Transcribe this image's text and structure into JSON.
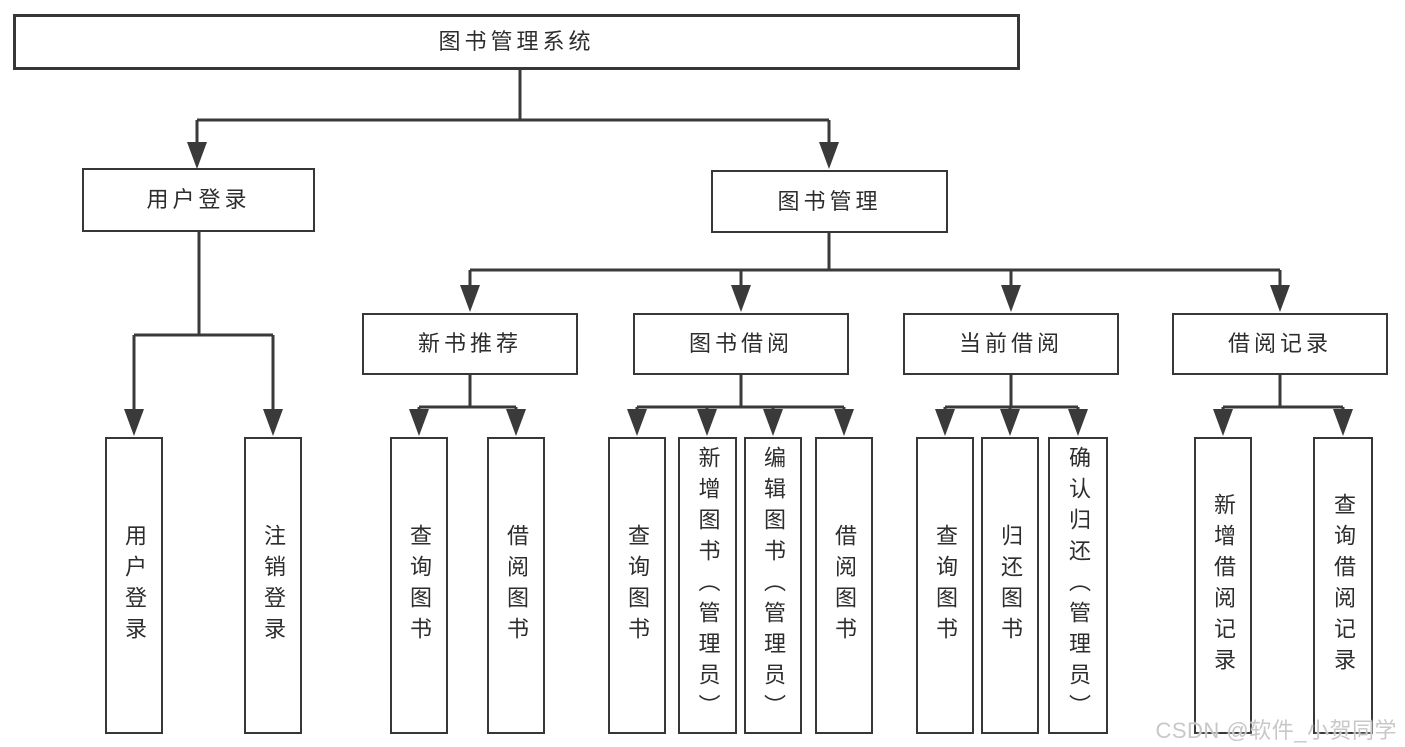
{
  "colors": {
    "background": "#ffffff",
    "line": "#3a3a3a",
    "box_border": "#373737",
    "text": "#2d2d2d",
    "watermark": "#c8c8c8"
  },
  "watermark": {
    "text": "CSDN @软件_小贺同学"
  },
  "tree": {
    "label": "图书管理系统",
    "children": [
      {
        "label": "用户登录",
        "children": [
          {
            "label": "用户登录"
          },
          {
            "label": "注销登录"
          }
        ]
      },
      {
        "label": "图书管理",
        "children": [
          {
            "label": "新书推荐",
            "children": [
              {
                "label": "查询图书"
              },
              {
                "label": "借阅图书"
              }
            ]
          },
          {
            "label": "图书借阅",
            "children": [
              {
                "label": "查询图书"
              },
              {
                "label": "新增图书（管理员）"
              },
              {
                "label": "编辑图书（管理员）"
              },
              {
                "label": "借阅图书"
              }
            ]
          },
          {
            "label": "当前借阅",
            "children": [
              {
                "label": "查询图书"
              },
              {
                "label": "归还图书"
              },
              {
                "label": "确认归还（管理员）"
              }
            ]
          },
          {
            "label": "借阅记录",
            "children": [
              {
                "label": "新增借阅记录"
              },
              {
                "label": "查询借阅记录"
              }
            ]
          }
        ]
      }
    ]
  }
}
